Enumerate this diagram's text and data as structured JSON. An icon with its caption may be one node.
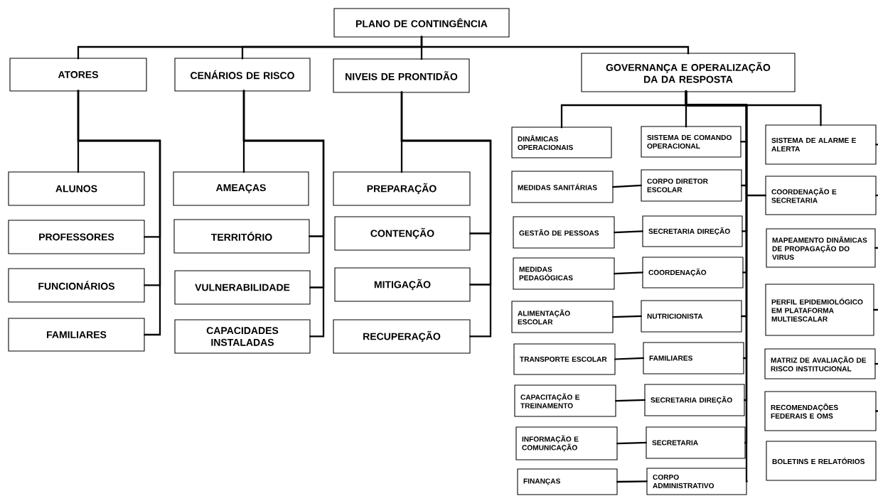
{
  "diagram": {
    "nodes": [
      {
        "text": [
          "PLANO DE CONTINGÊNCIA"
        ]
      },
      {
        "text": [
          "ATORES"
        ]
      },
      {
        "text": [
          "CENÁRIOS DE RISCO"
        ]
      },
      {
        "text": [
          "NIVEIS DE PRONTIDÃO"
        ]
      },
      {
        "text": [
          "GOVERNANÇA E OPERALIZAÇÃO DA DA RESPOSTA"
        ]
      },
      {
        "text": [
          "ALUNOS"
        ]
      },
      {
        "text": [
          "PROFESSORES"
        ]
      },
      {
        "text": [
          "FUNCIONÁRIOS"
        ]
      },
      {
        "text": [
          "FAMILIARES"
        ]
      },
      {
        "text": [
          "AMEAÇAS"
        ]
      },
      {
        "text": [
          "TERRITÓRIO"
        ]
      },
      {
        "text": [
          "VULNERABILIDADE"
        ]
      },
      {
        "text": [
          "CAPACIDADES INSTALADAS"
        ]
      },
      {
        "text": [
          "PREPARAÇÃO"
        ]
      },
      {
        "text": [
          "CONTENÇÃO"
        ]
      },
      {
        "text": [
          "MITIGAÇÃO"
        ]
      },
      {
        "text": [
          "RECUPERAÇÃO"
        ]
      },
      {
        "text": [
          "DINÂMICAS OPERACIONAIS"
        ]
      },
      {
        "text": [
          "SISTEMA DE COMANDO OPERACIONAL"
        ]
      },
      {
        "text": [
          "SISTEMA DE ALARME E ALERTA"
        ]
      },
      {
        "text": [
          "MEDIDAS SANITÁRIAS"
        ]
      },
      {
        "text": [
          "CORPO DIRETOR ESCOLAR"
        ]
      },
      {
        "text": [
          "COORDENAÇÃO E SECRETARIA"
        ]
      },
      {
        "text": [
          "GESTÃO DE PESSOAS"
        ]
      },
      {
        "text": [
          "SECRETARIA DIREÇÃO"
        ]
      },
      {
        "text": [
          "MAPEAMENTO DINÂMICAS DE PROPAGAÇÃO DO VIRUS"
        ]
      },
      {
        "text": [
          "MEDIDAS PEDAGÓGICAS"
        ]
      },
      {
        "text": [
          "COORDENAÇÃO"
        ]
      },
      {
        "text": [
          "PERFIL EPIDEMIOLÓGICO EM PLATAFORMA MULTIESCALAR"
        ]
      },
      {
        "text": [
          "ALIMENTAÇÃO ESCOLAR"
        ]
      },
      {
        "text": [
          "NUTRICIONISTA"
        ]
      },
      {
        "text": [
          "MATRIZ DE AVALIAÇÃO DE RISCO INSTITUCIONAL"
        ]
      },
      {
        "text": [
          "TRANSPORTE ESCOLAR"
        ]
      },
      {
        "text": [
          "FAMILIARES"
        ]
      },
      {
        "text": [
          "CAPACITAÇÃO E TREINAMENTO"
        ]
      },
      {
        "text": [
          "SECRETARIA DIREÇÃO"
        ]
      },
      {
        "text": [
          "RECOMENDAÇÕES FEDERAIS E OMS"
        ]
      },
      {
        "text": [
          "INFORMAÇÃO E COMUNICAÇÃO"
        ]
      },
      {
        "text": [
          "SECRETARIA"
        ]
      },
      {
        "text": [
          "BOLETINS E RELATÓRIOS"
        ]
      },
      {
        "text": [
          "FINANÇAS"
        ]
      },
      {
        "text": [
          "CORPO ADMINISTRATIVO"
        ]
      }
    ],
    "edges": [
      {
        "from": 0,
        "to": 1,
        "arrow": "none"
      },
      {
        "from": 0,
        "to": 2,
        "arrow": "none"
      },
      {
        "from": 0,
        "to": 3,
        "arrow": "none"
      },
      {
        "from": 0,
        "to": 4,
        "arrow": "none"
      },
      {
        "from": 1,
        "to": 5,
        "arrow": "none"
      },
      {
        "from": 1,
        "to": 6,
        "arrow": "none"
      },
      {
        "from": 1,
        "to": 7,
        "arrow": "none"
      },
      {
        "from": 1,
        "to": 8,
        "arrow": "none"
      },
      {
        "from": 2,
        "to": 9,
        "arrow": "none"
      },
      {
        "from": 2,
        "to": 10,
        "arrow": "none"
      },
      {
        "from": 2,
        "to": 11,
        "arrow": "none"
      },
      {
        "from": 2,
        "to": 12,
        "arrow": "none"
      },
      {
        "from": 3,
        "to": 13,
        "arrow": "none"
      },
      {
        "from": 3,
        "to": 14,
        "arrow": "none"
      },
      {
        "from": 3,
        "to": 15,
        "arrow": "none"
      },
      {
        "from": 3,
        "to": 16,
        "arrow": "none"
      },
      {
        "from": 4,
        "to": 17,
        "arrow": "none"
      },
      {
        "from": 4,
        "to": 18,
        "arrow": "none"
      },
      {
        "from": 4,
        "to": 19,
        "arrow": "none"
      },
      {
        "from": 4,
        "to": 21,
        "arrow": "none"
      },
      {
        "from": 4,
        "to": 22,
        "arrow": "none"
      },
      {
        "from": 4,
        "to": 24,
        "arrow": "none"
      },
      {
        "from": 4,
        "to": 27,
        "arrow": "none"
      },
      {
        "from": 4,
        "to": 30,
        "arrow": "none"
      },
      {
        "from": 4,
        "to": 33,
        "arrow": "none"
      },
      {
        "from": 4,
        "to": 35,
        "arrow": "none"
      },
      {
        "from": 4,
        "to": 38,
        "arrow": "none"
      },
      {
        "from": 4,
        "to": 41,
        "arrow": "none"
      },
      {
        "from": 20,
        "to": 21,
        "arrow": "none"
      },
      {
        "from": 23,
        "to": 24,
        "arrow": "none"
      },
      {
        "from": 26,
        "to": 27,
        "arrow": "none"
      },
      {
        "from": 29,
        "to": 30,
        "arrow": "none"
      },
      {
        "from": 32,
        "to": 33,
        "arrow": "none"
      },
      {
        "from": 34,
        "to": 35,
        "arrow": "none"
      },
      {
        "from": 37,
        "to": 38,
        "arrow": "none"
      },
      {
        "from": 40,
        "to": 41,
        "arrow": "none"
      },
      {
        "from": 19,
        "to": null,
        "arrow": "none"
      },
      {
        "from": 22,
        "to": null,
        "arrow": "none"
      },
      {
        "from": 25,
        "to": null,
        "arrow": "none"
      },
      {
        "from": 28,
        "to": null,
        "arrow": "none"
      },
      {
        "from": 31,
        "to": null,
        "arrow": "none"
      },
      {
        "from": 36,
        "to": null,
        "arrow": "none"
      }
    ]
  }
}
